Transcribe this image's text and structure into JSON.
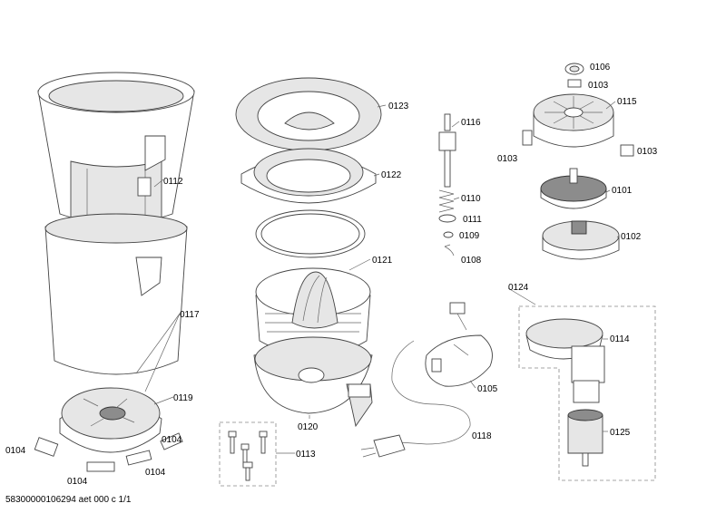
{
  "parts": [
    {
      "id": "p0112",
      "label": "0112"
    },
    {
      "id": "p0117",
      "label": "0117"
    },
    {
      "id": "p0119",
      "label": "0119"
    },
    {
      "id": "p0104a",
      "label": "0104"
    },
    {
      "id": "p0104b",
      "label": "0104"
    },
    {
      "id": "p0104c",
      "label": "0104"
    },
    {
      "id": "p0104d",
      "label": "0104"
    },
    {
      "id": "p0123",
      "label": "0123"
    },
    {
      "id": "p0122",
      "label": "0122"
    },
    {
      "id": "p0121",
      "label": "0121"
    },
    {
      "id": "p0120",
      "label": "0120"
    },
    {
      "id": "p0113",
      "label": "0113"
    },
    {
      "id": "p0116",
      "label": "0116"
    },
    {
      "id": "p0110",
      "label": "0110"
    },
    {
      "id": "p0111",
      "label": "0111"
    },
    {
      "id": "p0109",
      "label": "0109"
    },
    {
      "id": "p0108",
      "label": "0108"
    },
    {
      "id": "p0105",
      "label": "0105"
    },
    {
      "id": "p0118",
      "label": "0118"
    },
    {
      "id": "p0106",
      "label": "0106"
    },
    {
      "id": "p0103a",
      "label": "0103"
    },
    {
      "id": "p0115",
      "label": "0115"
    },
    {
      "id": "p0103b",
      "label": "0103"
    },
    {
      "id": "p0103c",
      "label": "0103"
    },
    {
      "id": "p0101",
      "label": "0101"
    },
    {
      "id": "p0102",
      "label": "0102"
    },
    {
      "id": "p0124",
      "label": "0124"
    },
    {
      "id": "p0114",
      "label": "0114"
    },
    {
      "id": "p0125",
      "label": "0125"
    }
  ],
  "footer": "58300000106294 aet 000 c 1/1"
}
